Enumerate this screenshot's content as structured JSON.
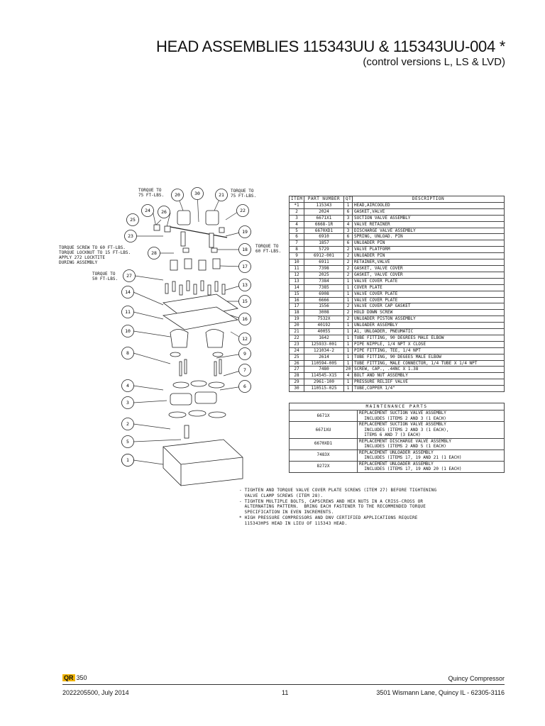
{
  "header": {
    "title": "HEAD ASSEMBLIES 115343UU & 115343UU-004 *",
    "subtitle": "(control versions L, LS & LVD)"
  },
  "diagram": {
    "callouts": [
      "20",
      "30",
      "21",
      "24",
      "26",
      "22",
      "25",
      "19",
      "23",
      "18",
      "28",
      "17",
      "27",
      "13",
      "14",
      "15",
      "11",
      "16",
      "10",
      "12",
      "8",
      "9",
      "7",
      "4",
      "6",
      "3",
      "5",
      "2",
      "29",
      "1"
    ],
    "torque_notes": {
      "top_left": [
        "TORQUE TO",
        "75 FT-LBS."
      ],
      "top_right": [
        "TORQUE TO",
        "75 FT-LBS."
      ],
      "left": [
        "TORQUE SCREW TO 60 FT-LBS.",
        "TORQUE LOCKNUT TO 15 FT-LBS.",
        "APPLY 272 LOCKTITE",
        "DURING ASSEMBLY"
      ],
      "right": [
        "TORQUE TO",
        "60 FT-LBS."
      ],
      "bottom_left": [
        "TORQUE TO",
        "50 FT-LBS."
      ]
    }
  },
  "parts_table": {
    "headers": [
      "ITEM",
      "PART NUMBER",
      "QTY",
      "DESCRIPTION"
    ],
    "rows": [
      [
        "*1",
        "115343",
        "1",
        "HEAD,AIRCOOLED"
      ],
      [
        "2",
        "2024",
        "6",
        "GASKET,VALVE"
      ],
      [
        "3",
        "6671X1",
        "3",
        "SUCTION VALVE ASSEMBLY"
      ],
      [
        "4",
        "6668-1R",
        "4",
        "VALVE RETAINER"
      ],
      [
        "5",
        "6670XD1",
        "3",
        "DISCHARGE VALVE ASSEMBLY"
      ],
      [
        "6",
        "6910",
        "6",
        "SPRING, UNLOAD. PIN"
      ],
      [
        "7",
        "1857",
        "6",
        "UNLOADER PIN"
      ],
      [
        "8",
        "5729",
        "2",
        "VALVE PLATFORM"
      ],
      [
        "9",
        "6912-001",
        "2",
        "UNLOADER PIN"
      ],
      [
        "10",
        "6911",
        "2",
        "RETAINER,VALVE"
      ],
      [
        "11",
        "7398",
        "2",
        "GASKET, VALVE COVER"
      ],
      [
        "12",
        "2025",
        "2",
        "GASKET, VALVE COVER"
      ],
      [
        "13",
        "7384",
        "1",
        "VALVE COVER PLATE"
      ],
      [
        "14",
        "7385",
        "1",
        "COVER PLATE"
      ],
      [
        "15",
        "6908",
        "1",
        "VALVE COVER PLATE"
      ],
      [
        "16",
        "6666",
        "1",
        "VALVE COVER PLATE"
      ],
      [
        "17",
        "1556",
        "2",
        "VALVE COVER CAP GASKET"
      ],
      [
        "18",
        "3008",
        "2",
        "HOLD DOWN SCREW"
      ],
      [
        "19",
        "7532X",
        "2",
        "UNLOADER PISTON ASSEMBLY"
      ],
      [
        "20",
        "40192",
        "1",
        "UNLOADER ASSEMBLY"
      ],
      [
        "21",
        "40055",
        "1",
        "A1, UNLOADER, PNEUMATIC"
      ],
      [
        "22",
        "1642",
        "1",
        "TUBE FITTING, 90 DEGREES MALE ELBOW"
      ],
      [
        "23",
        "125933-001",
        "1",
        "PIPE NIPPLE, 1/4 NPT X CLOSE"
      ],
      [
        "24",
        "121034-2",
        "1",
        "PIPE FITTING, TEE, 1/4 NPT"
      ],
      [
        "25",
        "2614",
        "1",
        "TUBE FITTING, 90 DEGEES MALE ELBOW"
      ],
      [
        "26",
        "110594-005",
        "1",
        "TUBE FITTING, MALE CONNECTOR, 1/4 TUBE X 1/4 NPT"
      ],
      [
        "27",
        "7480",
        "20",
        "SCREW, CAP., .44NC X 1.38"
      ],
      [
        "28",
        "114545-X15",
        "4",
        "BOLT AND NUT ASSEMBLY"
      ],
      [
        "29",
        "2961-100",
        "1",
        "PRESSURE RELIEF VALVE"
      ],
      [
        "30",
        "110515-025",
        "1",
        "TUBE,COPPER 1/4\""
      ]
    ]
  },
  "maintenance": {
    "heading": "MAINTENANCE PARTS",
    "rows": [
      {
        "part": "6671X",
        "desc": [
          "REPLACEMENT SUCTION VALVE ASSEMBLY",
          "  INCLUDES (ITEMS 2 AND 3 (1 EACH)"
        ]
      },
      {
        "part": "6671XU",
        "desc": [
          "REPLACEMENT SUCTION VALVE ASSEMBLY",
          "  INCLUDES (ITEMS 2 AND 3 (1 EACH),",
          "  ITEMS 6 AND 7 (3 EACH)"
        ]
      },
      {
        "part": "6670XD1",
        "desc": [
          "REPLACEMENT DISCHARGE VALVE ASSEMBLY",
          "  INCLUDES (ITEMS 2 AND 5 (1 EACH)"
        ]
      },
      {
        "part": "7483X",
        "desc": [
          "REPLACEMENT UNLOADER ASSEMBLY",
          "  INCLUDES (ITEMS 17, 19 AND 21 (1 EACH)"
        ]
      },
      {
        "part": "8272X",
        "desc": [
          "REPLACEMENT UNLOADER ASSEMBLY",
          "  INCLUDES (ITEMS 17, 19 AND 20 (1 EACH)"
        ]
      }
    ]
  },
  "notes": "- TIGHTEN AND TORQUE VALVE COVER PLATE SCREWS (ITEM 27) BEFORE TIGHTENING\n  VALVE CLAMP SCREWS (ITEM 28).\n- TIGHTEN MULTIPLE BOLTS, CAPSCREWS AND HEX NUTS IN A CRISS-CROSS OR\n  ALTERNATING PATTERN.  BRING EACH FASTENER TO THE RECOMMENDED TORQUE\n  SPECIFICATION IN EVEN INCREMENTS.\n* HIGH PRESSURE COMPRESSORS AND DNV CERTIFIED APPLICATIONS REQUIRE\n  115343HPS HEAD IN LIEU OF 115343 HEAD.",
  "footer": {
    "logo_box": "QR",
    "logo_text": "350",
    "company": "Quincy Compressor",
    "doc": "2022205500, July 2014",
    "page": "11",
    "address": "3501 Wismann Lane, Quincy IL - 62305-3116"
  },
  "colors": {
    "logo": "#f1b400"
  }
}
